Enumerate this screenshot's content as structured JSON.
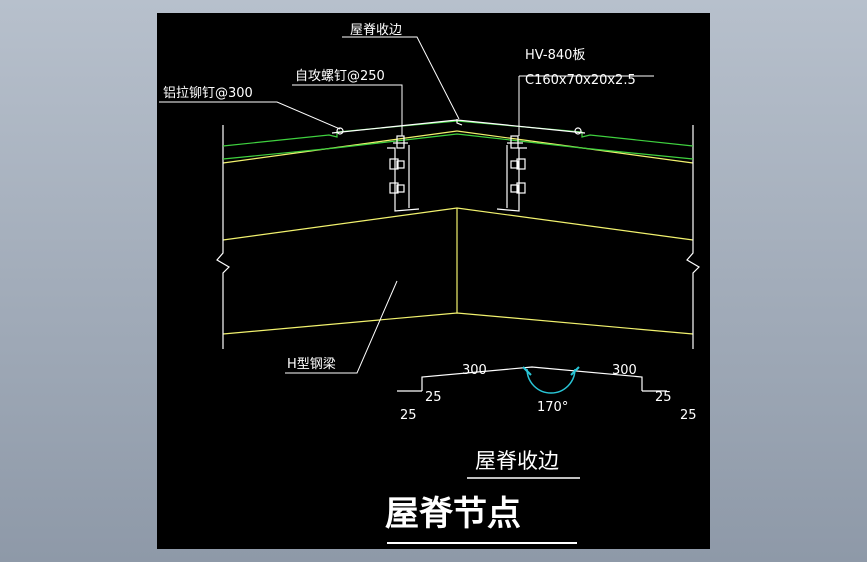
{
  "labels": {
    "ridge_flashing": "屋脊收边",
    "panel_type": "HV-840板",
    "purlin_spec": "C160x70x20x2.5",
    "self_tapping_screw": "自攻螺钉@250",
    "blind_rivet": "铝拉铆钉@300",
    "h_beam": "H型钢梁"
  },
  "flashing_detail": {
    "left_width": "300",
    "right_width": "300",
    "left_lip_outer": "25",
    "left_lip_inner": "25",
    "right_lip_outer": "25",
    "right_lip_inner": "25",
    "angle": "170°",
    "caption": "屋脊收边"
  },
  "title": "屋脊节点",
  "colors": {
    "background": "#000000",
    "beam": "#f2f26e",
    "panel": "#3fd13f",
    "annotation": "#ffffff",
    "arc": "#29c5d6"
  }
}
